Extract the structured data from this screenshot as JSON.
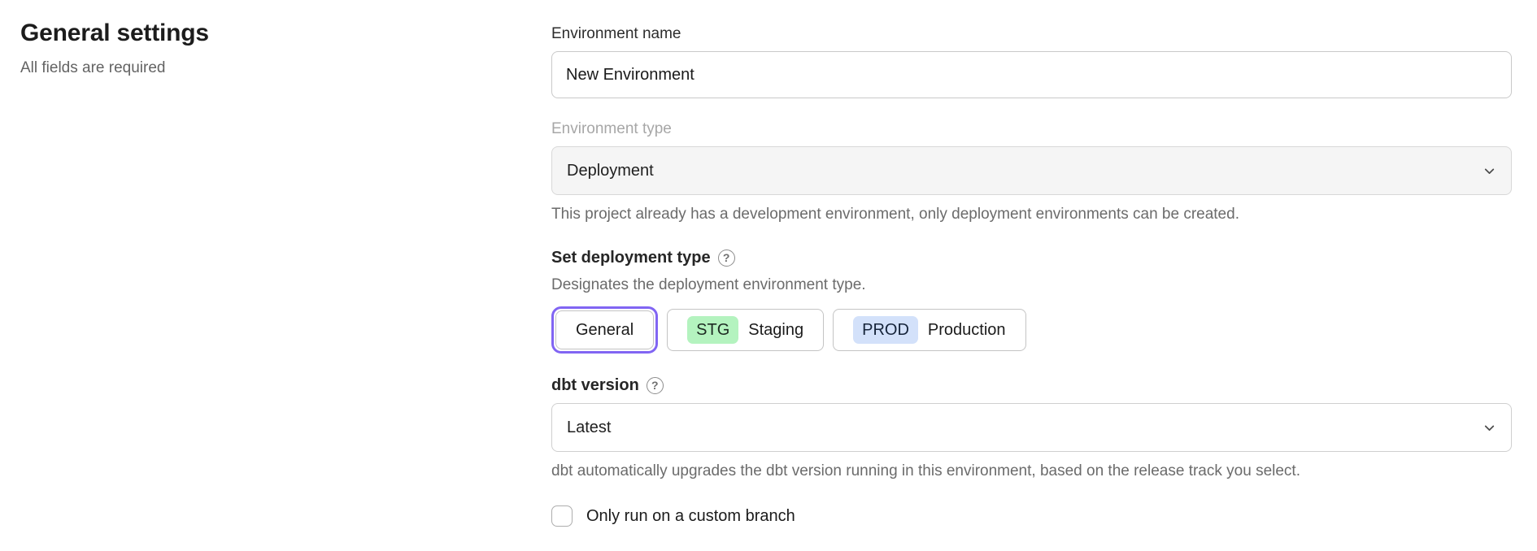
{
  "page": {
    "heading": "General settings",
    "subheading": "All fields are required"
  },
  "form": {
    "environment_name": {
      "label": "Environment name",
      "value": "New Environment"
    },
    "environment_type": {
      "label": "Environment type",
      "value": "Deployment",
      "disabled": true,
      "helper": "This project already has a development environment, only deployment environments can be created."
    },
    "deployment_type": {
      "label": "Set deployment type",
      "description": "Designates the deployment environment type.",
      "options": [
        {
          "label": "General",
          "badge": "",
          "selected": true
        },
        {
          "label": "Staging",
          "badge": "STG",
          "badge_color": "#b4f3bf",
          "selected": false
        },
        {
          "label": "Production",
          "badge": "PROD",
          "badge_color": "#d3e1fa",
          "selected": false
        }
      ]
    },
    "dbt_version": {
      "label": "dbt version",
      "value": "Latest",
      "helper": "dbt automatically upgrades the dbt version running in this environment, based on the release track you select."
    },
    "custom_branch": {
      "label": "Only run on a custom branch",
      "checked": false
    }
  },
  "icons": {
    "help_glyph": "?"
  },
  "colors": {
    "accent_ring": "#8165f3",
    "staging_badge": "#b4f3bf",
    "production_badge": "#d3e1fa",
    "disabled_field_bg": "#f5f5f5"
  }
}
